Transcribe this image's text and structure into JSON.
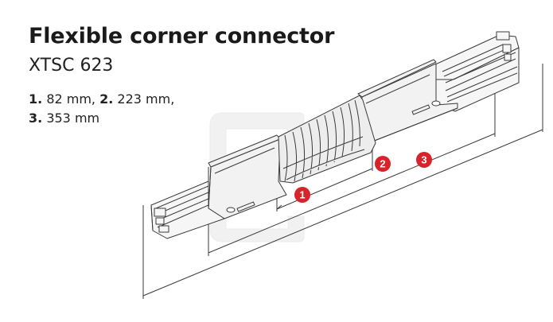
{
  "title": "Flexible corner connector",
  "model": "XTSC 623",
  "dimensions": [
    {
      "num": "1.",
      "value": "82 mm,"
    },
    {
      "num": "2.",
      "value": "223 mm,"
    },
    {
      "num": "3.",
      "value": "353 mm"
    }
  ],
  "callouts": [
    "1",
    "2",
    "3"
  ],
  "colors": {
    "callout": "#d8232a",
    "line": "#3a3a3a",
    "fill": "#f2f2f2"
  }
}
